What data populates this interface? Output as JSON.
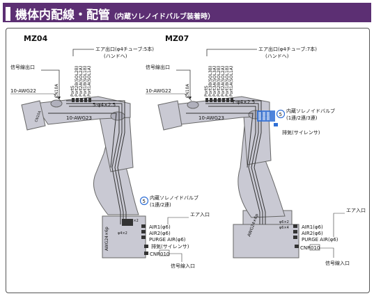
{
  "header": {
    "title": "機体内配線・配管",
    "subtitle": "（内蔵ソレノイドバルブ装着時）"
  },
  "left_robot": {
    "model": "MZ04",
    "air_outlet": "エア出口(φ4チューブ:5本)",
    "hand": "(ハンドへ)",
    "ports": [
      "Port1A(SOL1A)",
      "Port1B(SOL1B)",
      "Port2A(SOL2A)",
      "Port2B(SOL2B)",
      "PortS"
    ],
    "signal_outlet": "信号線出口",
    "cable_a": "10-AWG22",
    "connector": "CN10A",
    "cable_b": "10-AWG23",
    "cable_c": "CN10A",
    "tube": "5-φ4×2.5",
    "valve_num": "5",
    "valve_label": "内蔵ソレノイドバルブ",
    "valve_sub": "(1連/2連)",
    "air_inlet": "エア入口",
    "air1": "AIR1(φ6)",
    "air2": "AIR2(φ6)",
    "purge": "PURGE AIR(φ6)",
    "exhaust": "排気(サイレンサ)",
    "cnr": "CNR010",
    "signal_inlet": "信号線入口",
    "awg": "AWG24×6p",
    "tube_small_a": "φ6×2",
    "tube_small_b": "φ4×2"
  },
  "right_robot": {
    "model": "MZ07",
    "air_outlet": "エア出口(φ4チューブ:7本)",
    "hand": "(ハンドへ)",
    "ports": [
      "Port1A(SOL1A)",
      "Port1B(SOL1B)",
      "Port2A(SOL2A)",
      "Port2B(SOL2B)",
      "Port3A(SOL3A)",
      "Port3B(SOL3B)",
      "PortS"
    ],
    "signal_outlet": "信号線出口",
    "cable_a": "10-AWG22",
    "connector": "CN10A",
    "cable_b": "10-AWG23",
    "tube": "7-φ4×2.5",
    "valve_num": "5",
    "valve_label": "内蔵ソレノイドバルブ",
    "valve_sub": "(1連/2連/3連)",
    "exhaust": "排気(サイレンサ)",
    "air_inlet": "エア入口",
    "air1": "AIR1(φ6)",
    "air2": "AIR2(φ6)",
    "purge": "PURGE AIR(φ6)",
    "cnr": "CNR010",
    "signal_inlet": "信号線入口",
    "awg": "AWG24×6p",
    "tube_small_a": "φ6×4",
    "tube_small_b": "φ6×2"
  },
  "colors": {
    "header_bg": "#5c2f73",
    "robot_fill": "#c9c9d3",
    "robot_stroke": "#666",
    "valve_blue": "#2f6fd6"
  }
}
